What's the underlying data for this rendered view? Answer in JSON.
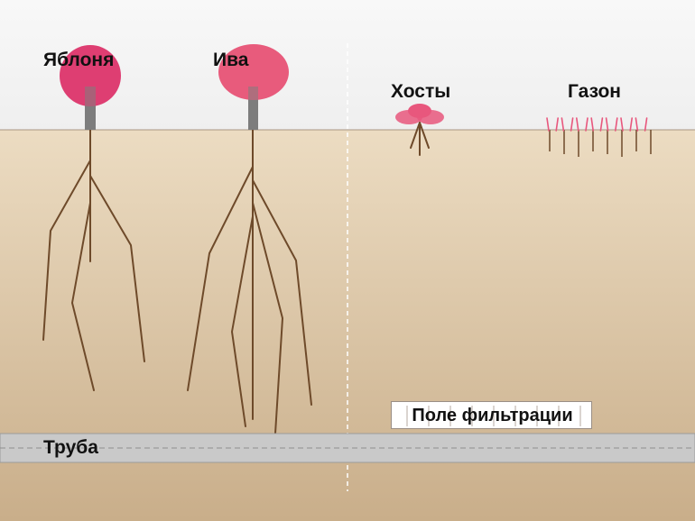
{
  "labels": {
    "apple": "Яблоня",
    "willow": "Ива",
    "hostas": "Хосты",
    "lawn": "Газон",
    "filter_field": "Поле фильтрации",
    "pipe": "Труба"
  },
  "colors": {
    "sky": "#f4f4f4",
    "soil_top": "#ecdcc2",
    "soil_bottom": "#c9ae8a",
    "apple_crown": "#de3e72",
    "willow_crown": "#e85b7c",
    "trunk": "#7d7d7d",
    "root": "#6e4a2a",
    "pipe": "#c9c9c9",
    "flower": "#e8577d"
  }
}
